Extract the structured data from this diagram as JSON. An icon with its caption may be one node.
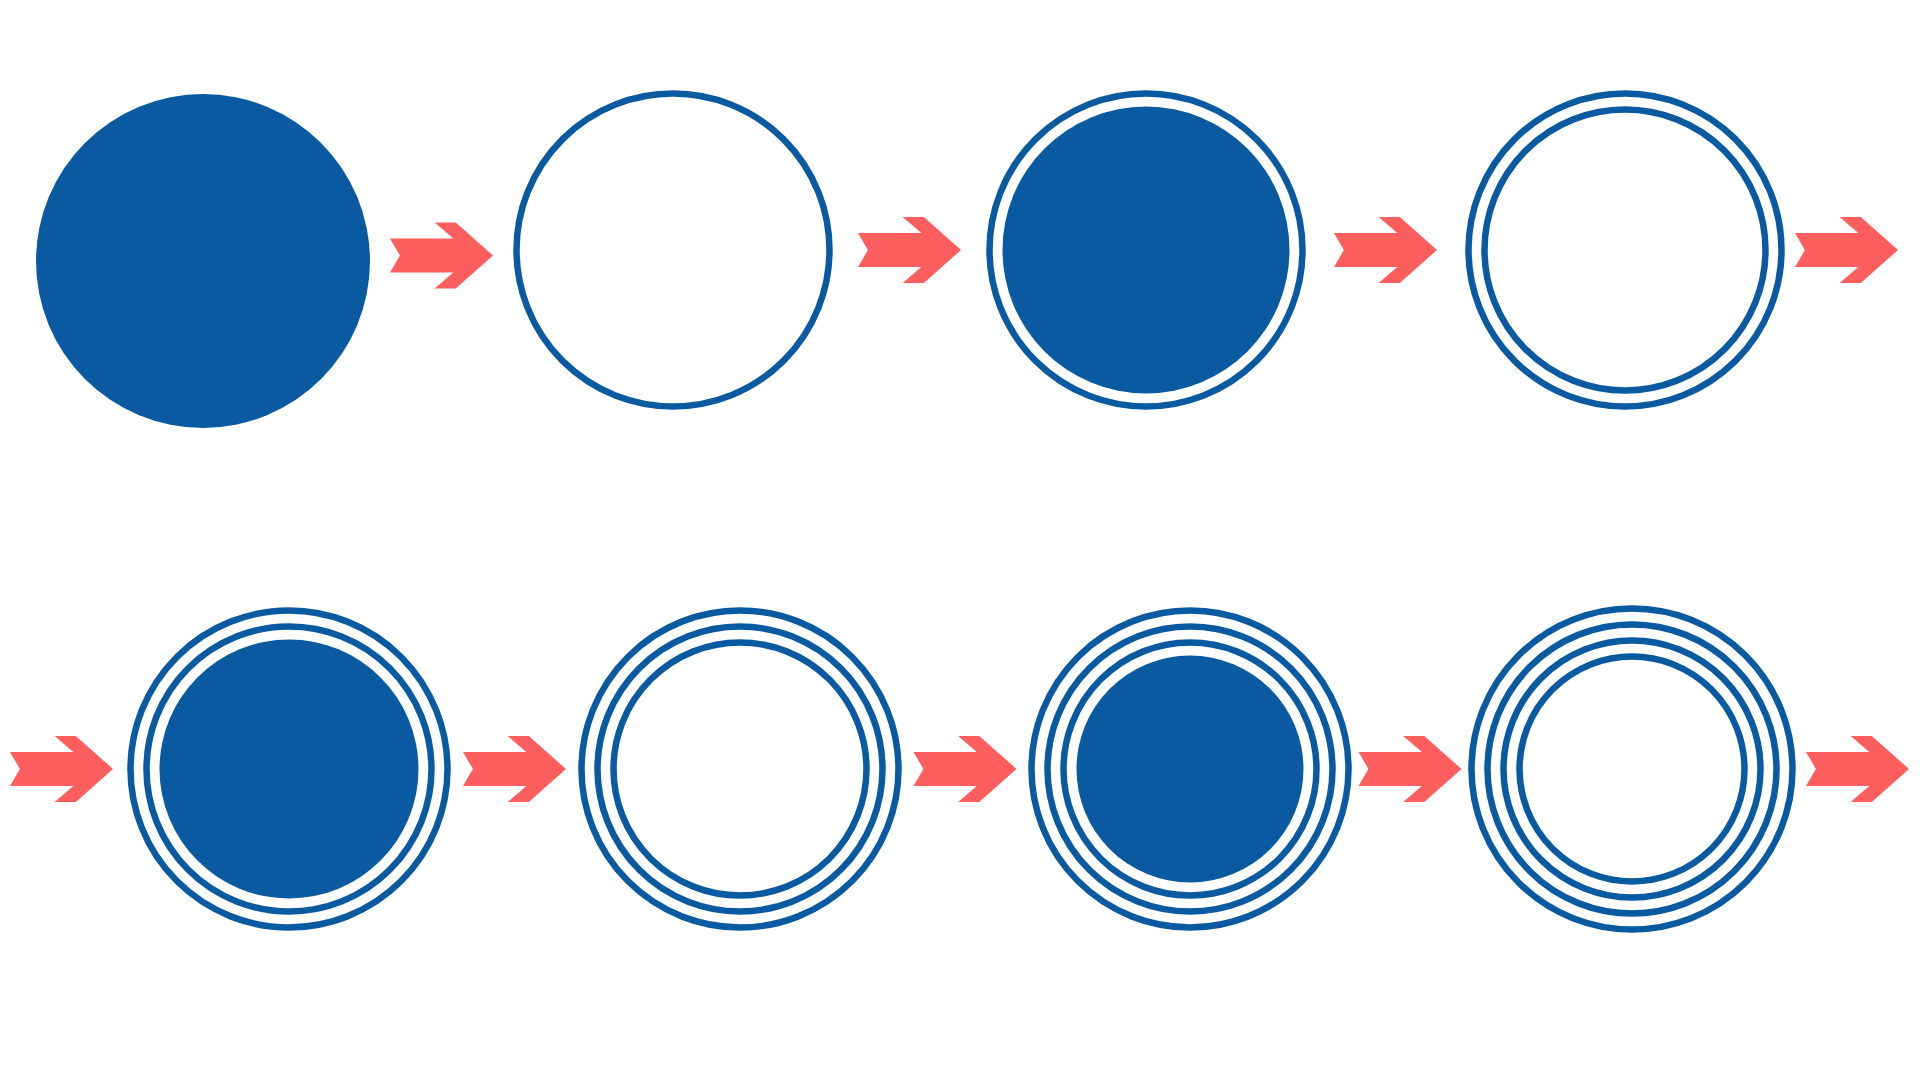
{
  "diagram": {
    "nodes": [
      {
        "text": [],
        "shape": "circle"
      },
      {
        "text": [],
        "shape": "circle"
      },
      {
        "text": [],
        "shape": "circle"
      },
      {
        "text": [],
        "shape": "circle"
      },
      {
        "text": [],
        "shape": "circle"
      },
      {
        "text": [],
        "shape": "circle"
      },
      {
        "text": [],
        "shape": "circle"
      },
      {
        "text": [],
        "shape": "circle"
      }
    ],
    "edges": [
      {
        "from": 0,
        "to": 1,
        "arrow": "to"
      },
      {
        "from": 1,
        "to": 2,
        "arrow": "to"
      },
      {
        "from": 2,
        "to": 3,
        "arrow": "to"
      },
      {
        "from": 3,
        "to": null,
        "arrow": "to"
      },
      {
        "from": null,
        "to": 4,
        "arrow": "to"
      },
      {
        "from": 4,
        "to": 5,
        "arrow": "to"
      },
      {
        "from": 5,
        "to": 6,
        "arrow": "to"
      },
      {
        "from": 6,
        "to": 7,
        "arrow": "to"
      },
      {
        "from": 7,
        "to": null,
        "arrow": "to"
      }
    ]
  }
}
